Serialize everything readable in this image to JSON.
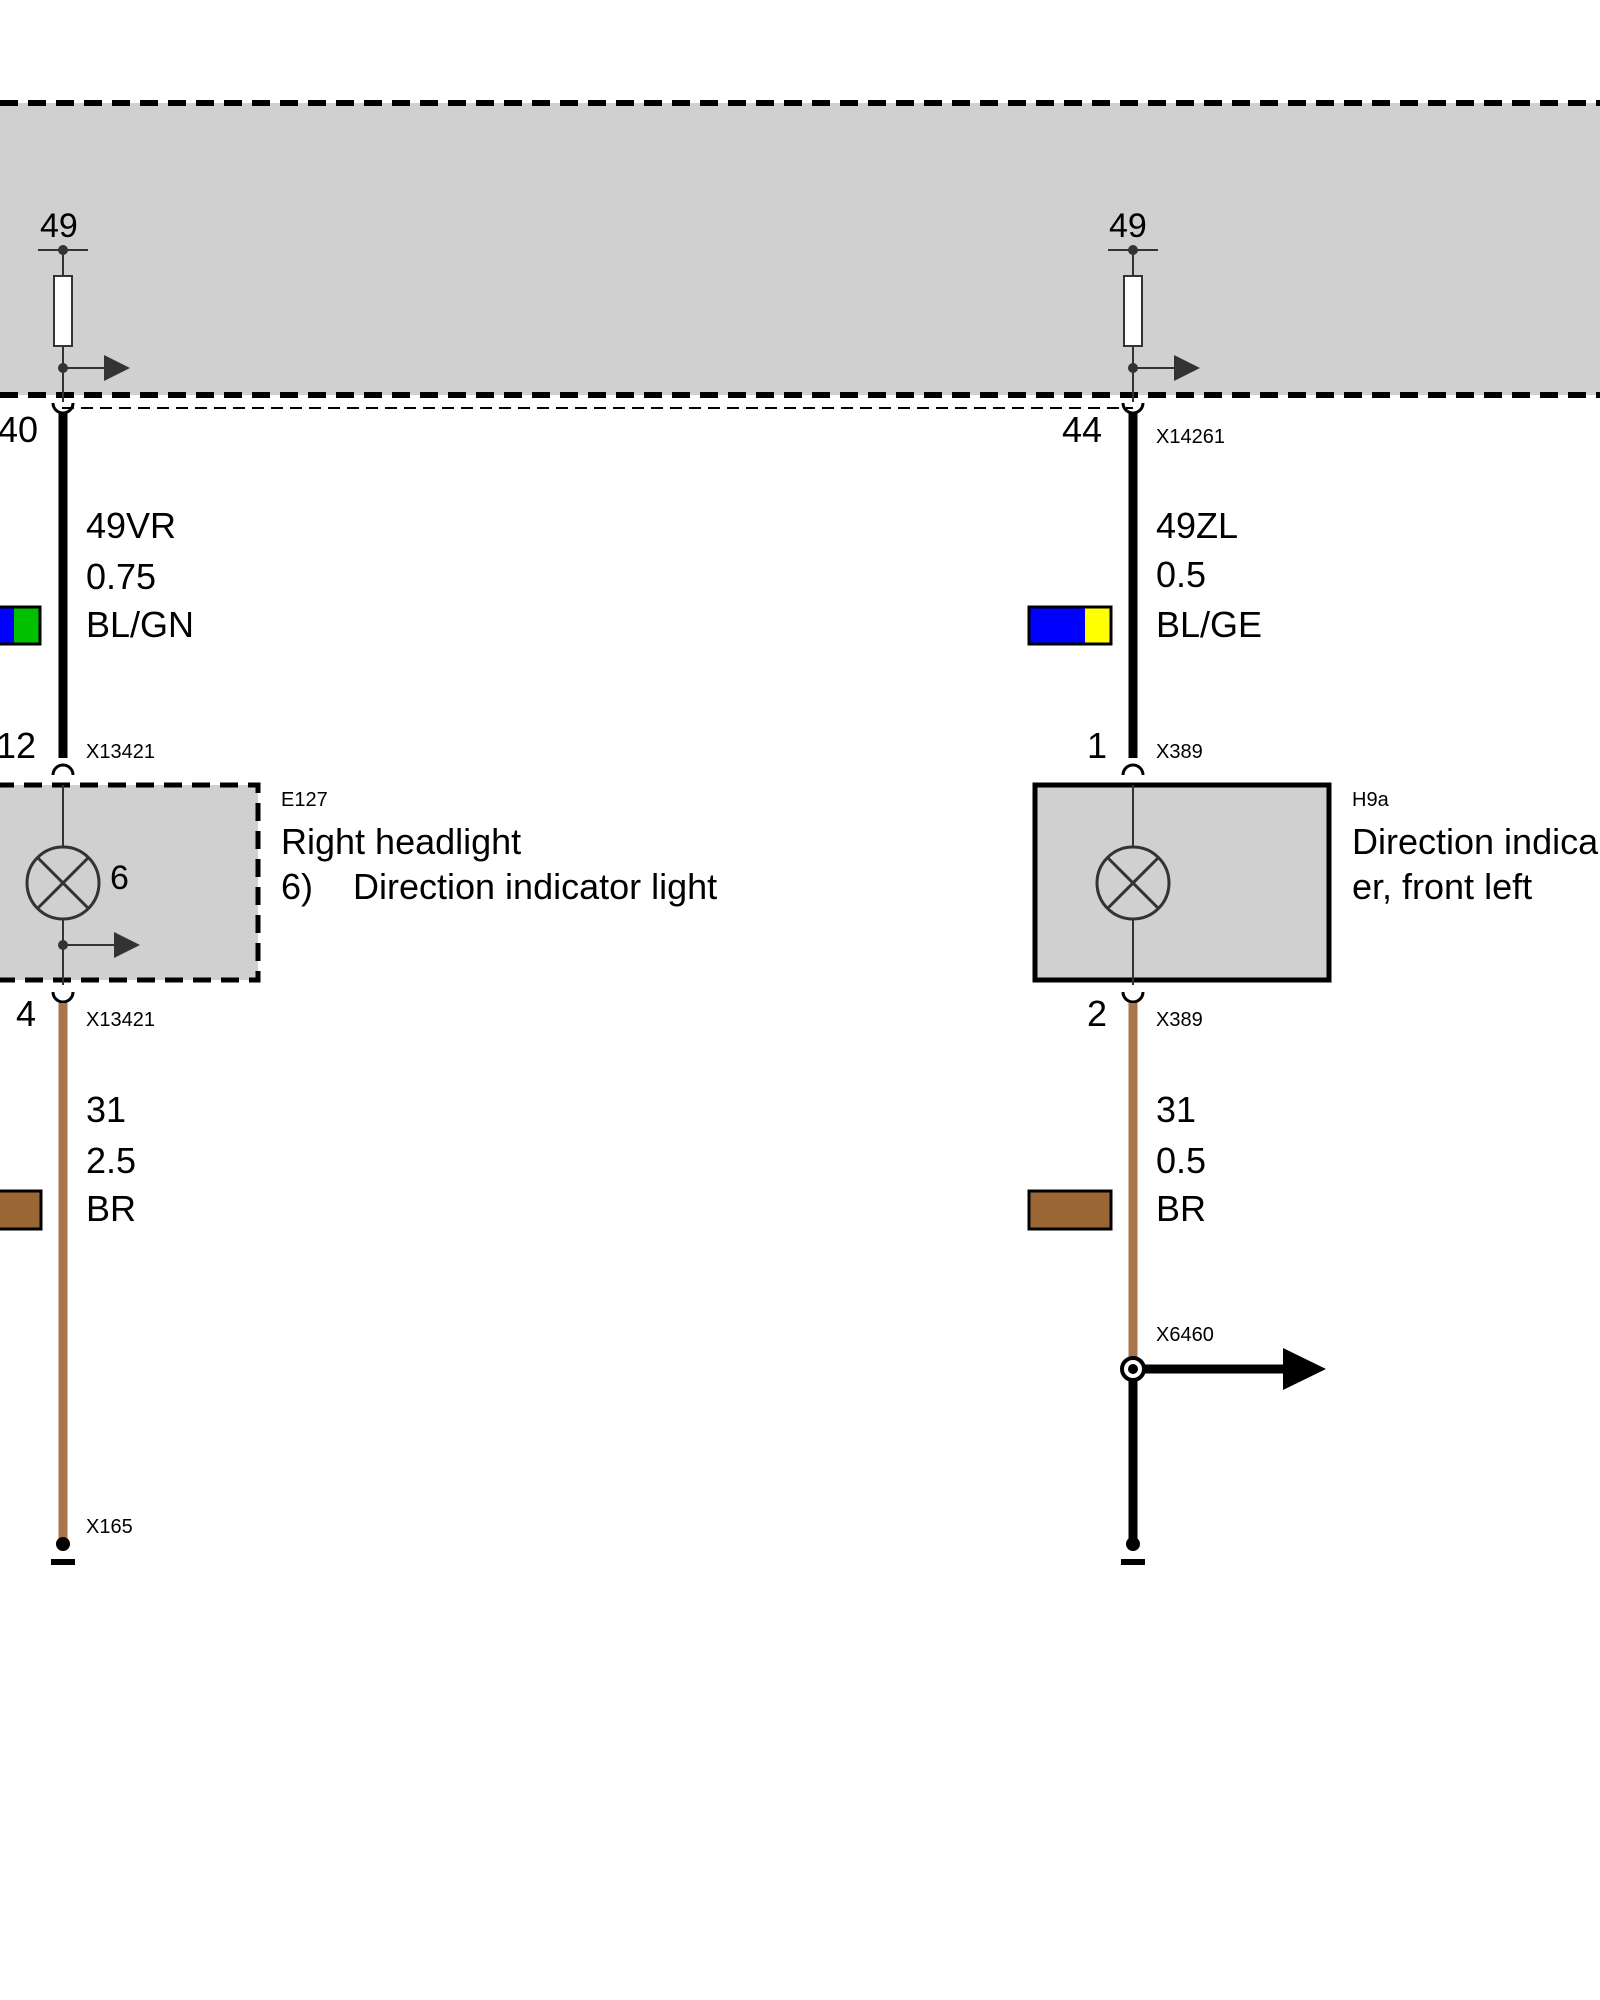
{
  "module": {
    "left_fuse_terminal": "49",
    "right_fuse_terminal": "49",
    "left_output_pin": "40",
    "right_output_pin": "44",
    "right_connector": "X14261"
  },
  "left_circuit": {
    "wire_upper": {
      "signal": "49VR",
      "size": "0.75",
      "color_code": "BL/GN",
      "colors": [
        "#0000ff",
        "#00c000"
      ]
    },
    "connector_top": {
      "pin": "12",
      "id": "X13421"
    },
    "component": {
      "id": "E127",
      "name": "Right headlight",
      "note_number": "6)",
      "note_text": "Direction indicator light",
      "bulb_label": "6"
    },
    "connector_bottom": {
      "pin": "4",
      "id": "X13421"
    },
    "wire_lower": {
      "signal": "31",
      "size": "2.5",
      "color_code": "BR",
      "colors": [
        "#9a6634"
      ]
    },
    "ground": {
      "id": "X165"
    }
  },
  "right_circuit": {
    "wire_upper": {
      "signal": "49ZL",
      "size": "0.5",
      "color_code": "BL/GE",
      "colors": [
        "#0000ff",
        "#ffff00"
      ]
    },
    "connector_top": {
      "pin": "1",
      "id": "X389"
    },
    "component": {
      "id": "H9a",
      "name_line1": "Direction indica",
      "name_line2": "er, front left"
    },
    "connector_bottom": {
      "pin": "2",
      "id": "X389"
    },
    "wire_lower": {
      "signal": "31",
      "size": "0.5",
      "color_code": "BR",
      "colors": [
        "#9a6634"
      ]
    },
    "splice": {
      "id": "X6460"
    }
  },
  "colors": {
    "module_fill": "#d0d0d0",
    "wire_black": "#000000",
    "wire_brown": "#a8764a",
    "blue": "#0000ff",
    "green": "#00c000",
    "yellow": "#ffff00",
    "brown_swatch": "#9a6634"
  }
}
